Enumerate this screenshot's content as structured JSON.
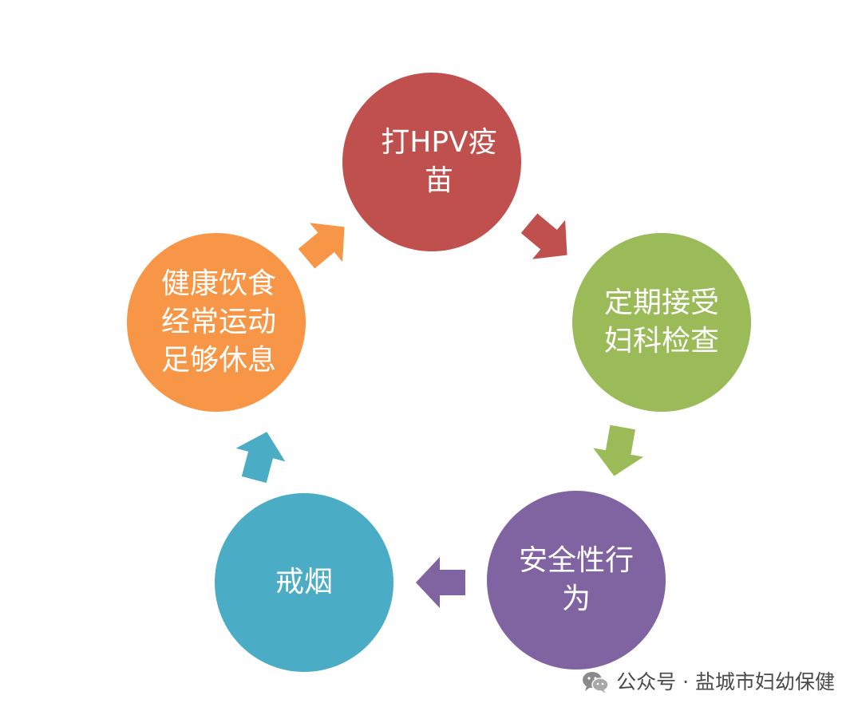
{
  "diagram": {
    "type": "cycle",
    "nodes": [
      {
        "id": "hpv-vaccine",
        "label": "打HPV疫\n苗",
        "color": "#c0504d"
      },
      {
        "id": "gyn-checkup",
        "label": "定期接受\n妇科检查",
        "color": "#9bbb59"
      },
      {
        "id": "safe-sex",
        "label": "安全性行\n为",
        "color": "#8064a2"
      },
      {
        "id": "quit-smoking",
        "label": "戒烟",
        "color": "#4bacc6"
      },
      {
        "id": "healthy-lifestyle",
        "label": "健康饮食\n经常运动\n足够休息",
        "color": "#f79646"
      }
    ],
    "edges": [
      {
        "from": "hpv-vaccine",
        "to": "gyn-checkup"
      },
      {
        "from": "gyn-checkup",
        "to": "safe-sex"
      },
      {
        "from": "safe-sex",
        "to": "quit-smoking"
      },
      {
        "from": "quit-smoking",
        "to": "healthy-lifestyle"
      },
      {
        "from": "healthy-lifestyle",
        "to": "hpv-vaccine"
      }
    ]
  },
  "watermark": {
    "icon": "wechat-icon",
    "text": "公众号 · 盐城市妇幼保健"
  }
}
